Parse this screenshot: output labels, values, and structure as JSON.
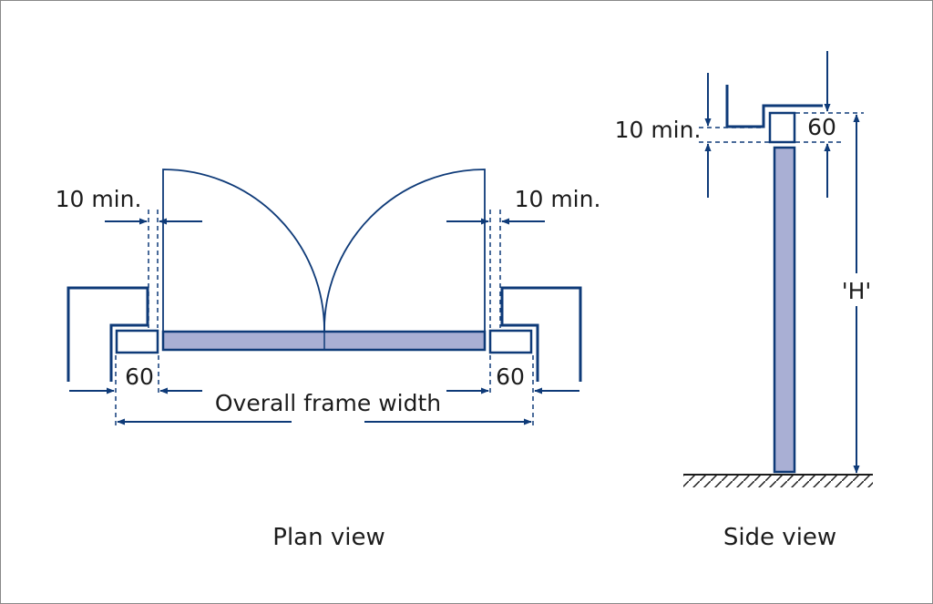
{
  "labels": {
    "left_gap": "10 min.",
    "right_gap": "10 min.",
    "left_frame": "60",
    "right_frame": "60",
    "overall": "Overall frame width",
    "side_gap": "10 min.",
    "side_frame": "60",
    "height": "'H'"
  },
  "captions": {
    "plan": "Plan view",
    "side": "Side view"
  },
  "colors": {
    "line": "#0e3a78",
    "fill": "#a9afd4",
    "text": "#1c1c1c"
  }
}
